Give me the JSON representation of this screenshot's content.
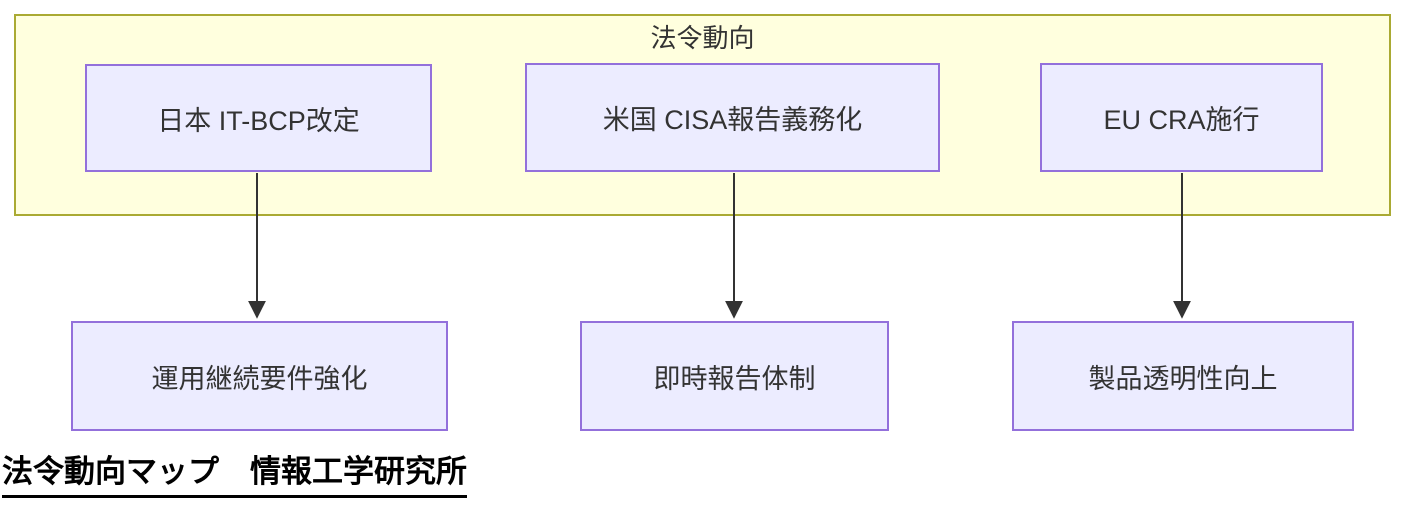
{
  "diagram": {
    "cluster": {
      "title": "法令動向"
    },
    "top_nodes": [
      {
        "label": "日本 IT-BCP改定"
      },
      {
        "label": "米国 CISA報告義務化"
      },
      {
        "label": "EU CRA施行"
      }
    ],
    "bottom_nodes": [
      {
        "label": "運用継続要件強化"
      },
      {
        "label": "即時報告体制"
      },
      {
        "label": "製品透明性向上"
      }
    ],
    "edges": [
      {
        "from": "日本 IT-BCP改定",
        "to": "運用継続要件強化"
      },
      {
        "from": "米国 CISA報告義務化",
        "to": "即時報告体制"
      },
      {
        "from": "EU CRA施行",
        "to": "製品透明性向上"
      }
    ],
    "caption": "法令動向マップ　情報工学研究所",
    "colors": {
      "cluster_fill": "#ffffde",
      "cluster_border": "#aaaa33",
      "node_fill": "#ECECFF",
      "node_border": "#9370DB",
      "edge": "#333333"
    }
  }
}
